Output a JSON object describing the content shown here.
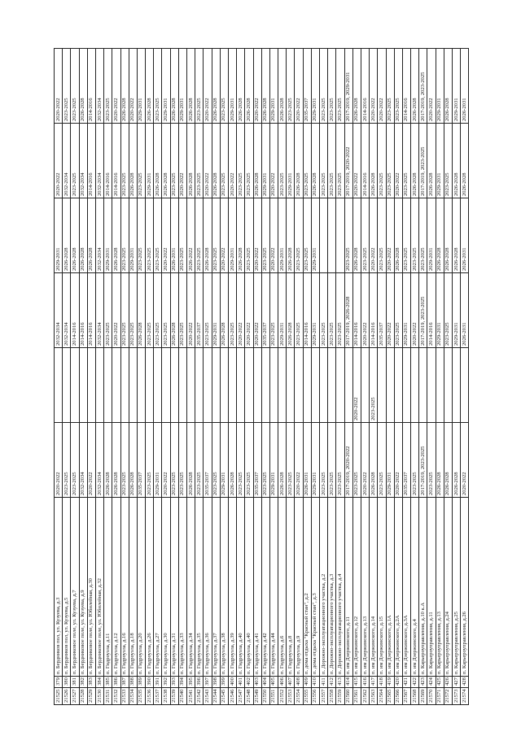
{
  "rows": [
    [
      "21525",
      "379",
      "п. Бердников пол, ул. Кузуева, д.3",
      "2020-2022",
      "",
      "2032-2034",
      "2029-2031",
      "2020-2022",
      "2020-2022"
    ],
    [
      "21526",
      "380",
      "п. Бердников пол, ул. Кузуева, д.5",
      "2023-2025",
      "",
      "2032-2034",
      "2026-2028",
      "2032-2034",
      "2023-2025"
    ],
    [
      "21527",
      "381",
      "п. Бердниковое поле, ул. Кузуева, д.7",
      "2023-2025",
      "",
      "2014-2016",
      "2026-2028",
      "2023-2025",
      "2023-2025"
    ],
    [
      "21528",
      "382",
      "п. Бердниковое поле, ул. Кузуева, д.9",
      "2032-2034",
      "",
      "2014-2016",
      "2026-2028",
      "2032-2034",
      "2026-2028"
    ],
    [
      "21529",
      "383",
      "п. Бердниковое поле, ул. Юбилейная, д.30",
      "2020-2022",
      "",
      "2014-2016",
      "2026-2028",
      "2014-2016",
      "2014-2016"
    ],
    [
      "21530",
      "384",
      "п. Бердниковое поле, ул. Юбилейная, д.32",
      "2032-2034",
      "",
      "2032-2034",
      "2032-2034",
      "2032-2034",
      "2032-2034"
    ],
    [
      "21531",
      "385",
      "п. Гидроузла, д.11",
      "2026-2028",
      "",
      "2023-2025",
      "2029-2031",
      "2014-2016",
      "2023-2025"
    ],
    [
      "21532",
      "386",
      "п. Гидроузла, д.12",
      "2026-2028",
      "",
      "2020-2022",
      "2026-2028",
      "2014-2016",
      "2020-2022"
    ],
    [
      "21533",
      "387",
      "п. Гидроузла, д.16",
      "2023-2025",
      "",
      "2023-2025",
      "2023-2025",
      "2023-2025",
      "2026-2028"
    ],
    [
      "21534",
      "388",
      "п. Гидроузла, д.18",
      "2026-2028",
      "",
      "2023-2025",
      "2029-2031",
      "2026-2028",
      "2020-2022"
    ],
    [
      "21535",
      "389",
      "п. Гидроузла, д.20",
      "2035-2037",
      "",
      "2026-2028",
      "2023-2025",
      "2023-2025",
      "2029-2031"
    ],
    [
      "21536",
      "390",
      "п. Гидроузла, д.26",
      "2023-2025",
      "",
      "2023-2025",
      "2023-2025",
      "2029-2031",
      "2026-2028"
    ],
    [
      "21537",
      "391",
      "п. Гидроузла, д.27",
      "2029-2031",
      "",
      "2023-2025",
      "2023-2025",
      "2026-2028",
      "2023-2025"
    ],
    [
      "21538",
      "392",
      "п. Гидроузла, д.30",
      "2020-2022",
      "",
      "2023-2025",
      "2020-2022",
      "2026-2028",
      "2029-2031"
    ],
    [
      "21539",
      "393",
      "п. Гидроузла, д.31",
      "2023-2025",
      "",
      "2026-2028",
      "2026-2031",
      "2023-2025",
      "2026-2028"
    ],
    [
      "21540",
      "394",
      "п. Гидроузла, д.33",
      "2023-2025",
      "",
      "2023-2025",
      "2023-2025",
      "2020-2022",
      "2029-2031"
    ],
    [
      "21541",
      "395",
      "п. Гидроузла, д.34",
      "2026-2028",
      "",
      "2020-2022",
      "2026-2022",
      "2026-2028",
      "2026-2028"
    ],
    [
      "21542",
      "396",
      "п. Гидроузла, д.35",
      "2023-2025",
      "",
      "2035-2037",
      "2023-2025",
      "2023-2025",
      "2023-2025"
    ],
    [
      "21543",
      "397",
      "п. Гидроузла, д.36",
      "2035-2037",
      "",
      "2023-2025",
      "2026-2028",
      "2020-2022",
      "2020-2022"
    ],
    [
      "21544",
      "398",
      "п. Гидроузла, д.37",
      "2023-2025",
      "",
      "2029-2031",
      "2023-2025",
      "2026-2028",
      "2026-2028"
    ],
    [
      "21545",
      "399",
      "п. Гидроузла, д.38",
      "2029-2031",
      "",
      "2026-2028",
      "2020-2022",
      "2023-2025",
      "2023-2025"
    ],
    [
      "21546",
      "400",
      "п. Гидроузла, д.39",
      "2026-2028",
      "",
      "2023-2025",
      "2029-2031",
      "2020-2022",
      "2029-2031"
    ],
    [
      "21547",
      "401",
      "п. Гидроузла, д.40",
      "2023-2025",
      "",
      "2020-2022",
      "2026-2028",
      "2023-2025",
      "2026-2028"
    ],
    [
      "21548",
      "402",
      "п. Гидроузла, д.40",
      "2023-2025",
      "",
      "2020-2022",
      "2023-2025",
      "2023-2025",
      "2026-2028"
    ],
    [
      "21549",
      "403",
      "п. Гидроузла, д.41",
      "2035-2037",
      "",
      "2020-2022",
      "2020-2022",
      "2026-2028",
      "2020-2022"
    ],
    [
      "21550",
      "404",
      "п. Гидроузла, д.42",
      "2023-2025",
      "",
      "2035-2037",
      "2023-2025",
      "2029-2031",
      "2026-2028"
    ],
    [
      "21551",
      "405",
      "п. Гидроузла, д.44",
      "2029-2031",
      "",
      "2023-2025",
      "2020-2022",
      "2020-2022",
      "2029-2031"
    ],
    [
      "21552",
      "406",
      "п. Гидроузла, д.6",
      "2026-2028",
      "",
      "2029-2031",
      "2029-2031",
      "2023-2025",
      "2026-2028"
    ],
    [
      "21553",
      "407",
      "п. Гидроузла, д.8",
      "2023-2025",
      "",
      "2026-2028",
      "2026-2028",
      "2029-2031",
      "2023-2025"
    ],
    [
      "21554",
      "408",
      "п. Гидроузла, д.9",
      "2020-2022",
      "",
      "2023-2025",
      "2023-2025",
      "2026-2028",
      "2020-2022"
    ],
    [
      "21555",
      "409",
      "п. дома отдыха \"Красный стан\", д.2",
      "2026-2031",
      "",
      "2014-2016",
      "2023-2025",
      "2023-2025",
      "2035-2037"
    ],
    [
      "21556",
      "410",
      "п. дома отдыха \"Красный стан\", д.3",
      "2029-2031",
      "",
      "2029-2031",
      "2029-2031",
      "2026-2028",
      "2029-2031"
    ],
    [
      "21557",
      "411",
      "п. Дорожно-эксплуатационного участка, д.2",
      "2023-2025",
      "",
      "2023-2025",
      "",
      "2023-2025",
      "2023-2025"
    ],
    [
      "21558",
      "412",
      "п. Дорожно-эксплуатационного участка, д.3",
      "2023-2025",
      "",
      "2023-2025",
      "",
      "2023-2025",
      "2023-2025"
    ],
    [
      "21559",
      "413",
      "п. Дорожно-эксплуатационного участка, д.4",
      "2023-2025",
      "",
      "2023-2025",
      "",
      "2023-2025",
      "2023-2025"
    ],
    [
      "21560",
      "414",
      "п. им Дзержинского, д.11",
      "2017-2019, 2020-2022",
      "",
      "2017-2019, 2026-2028",
      "2023-2025",
      "2017-2019, 2020-2022",
      "2017-2019, 2029-2031"
    ],
    [
      "21561",
      "415",
      "п. им Дзержинского, д.12",
      "2023-2025",
      "2020-2022",
      "2014-2016",
      "2026-2028",
      "2020-2022",
      "2026-2028"
    ],
    [
      "21562",
      "416",
      "п. им Дзержинского, д.13",
      "2020-2022",
      "",
      "2020-2022",
      "2023-2025",
      "2014-2016",
      "2014-2016"
    ],
    [
      "21563",
      "417",
      "п. им Дзержинского, д.14",
      "2026-2028",
      "2023-2025",
      "2014-2016",
      "2020-2022",
      "2026-2028",
      "2020-2022"
    ],
    [
      "21564",
      "418",
      "п. им Дзержинского, д.15",
      "2023-2025",
      "",
      "2035-2037",
      "2023-2025",
      "2023-2025",
      "2020-2022"
    ],
    [
      "21565",
      "419",
      "п. им Дзержинского, д.1А",
      "2029-2031",
      "",
      "2020-2022",
      "2020-2022",
      "2023-2025",
      "2023-2025"
    ],
    [
      "21566",
      "420",
      "п. им Дзержинского, д.2А",
      "2020-2022",
      "",
      "2023-2025",
      "2026-2028",
      "2020-2022",
      "2023-2025"
    ],
    [
      "21567",
      "421",
      "п. им Дзержинского, д.3А",
      "2035-2037",
      "",
      "2029-2031",
      "2023-2025",
      "2023-2025",
      "2014-2016"
    ],
    [
      "21568",
      "422",
      "п. им Дзержинского, д.4",
      "2023-2025",
      "",
      "2020-2022",
      "2023-2025",
      "2026-2028",
      "2026-2028"
    ],
    [
      "21569",
      "423",
      "п. Карьероуправления, д.10 к.А",
      "2017-2019, 2023-2025",
      "",
      "2017-2019, 2023-2025",
      "2023-2025",
      "2017-2019, 2023-2025",
      "2017-2019, 2023-2025"
    ],
    [
      "21570",
      "424",
      "п. Карьероуправления, д.11",
      "2023-2025",
      "",
      "2014-2016",
      "2029-2031",
      "2026-2028",
      "2020-2022"
    ],
    [
      "21571",
      "425",
      "п. Карьероуправления, д.13",
      "2026-2028",
      "",
      "2029-2031",
      "2026-2028",
      "2029-2031",
      "2029-2031"
    ],
    [
      "21572",
      "426",
      "п. Карьероуправления, д.24",
      "2026-2028",
      "",
      "2023-2025",
      "2026-2028",
      "2023-2025",
      "2026-2028"
    ],
    [
      "21573",
      "427",
      "п. Карьероуправления, д.25",
      "2026-2028",
      "",
      "2029-2031",
      "2026-2028",
      "2026-2028",
      "2029-2031"
    ],
    [
      "21574",
      "428",
      "п. Карьероуправления, д.26",
      "2020-2022",
      "",
      "2026-2031",
      "2026-2031",
      "2026-2028",
      "2026-2031"
    ]
  ]
}
